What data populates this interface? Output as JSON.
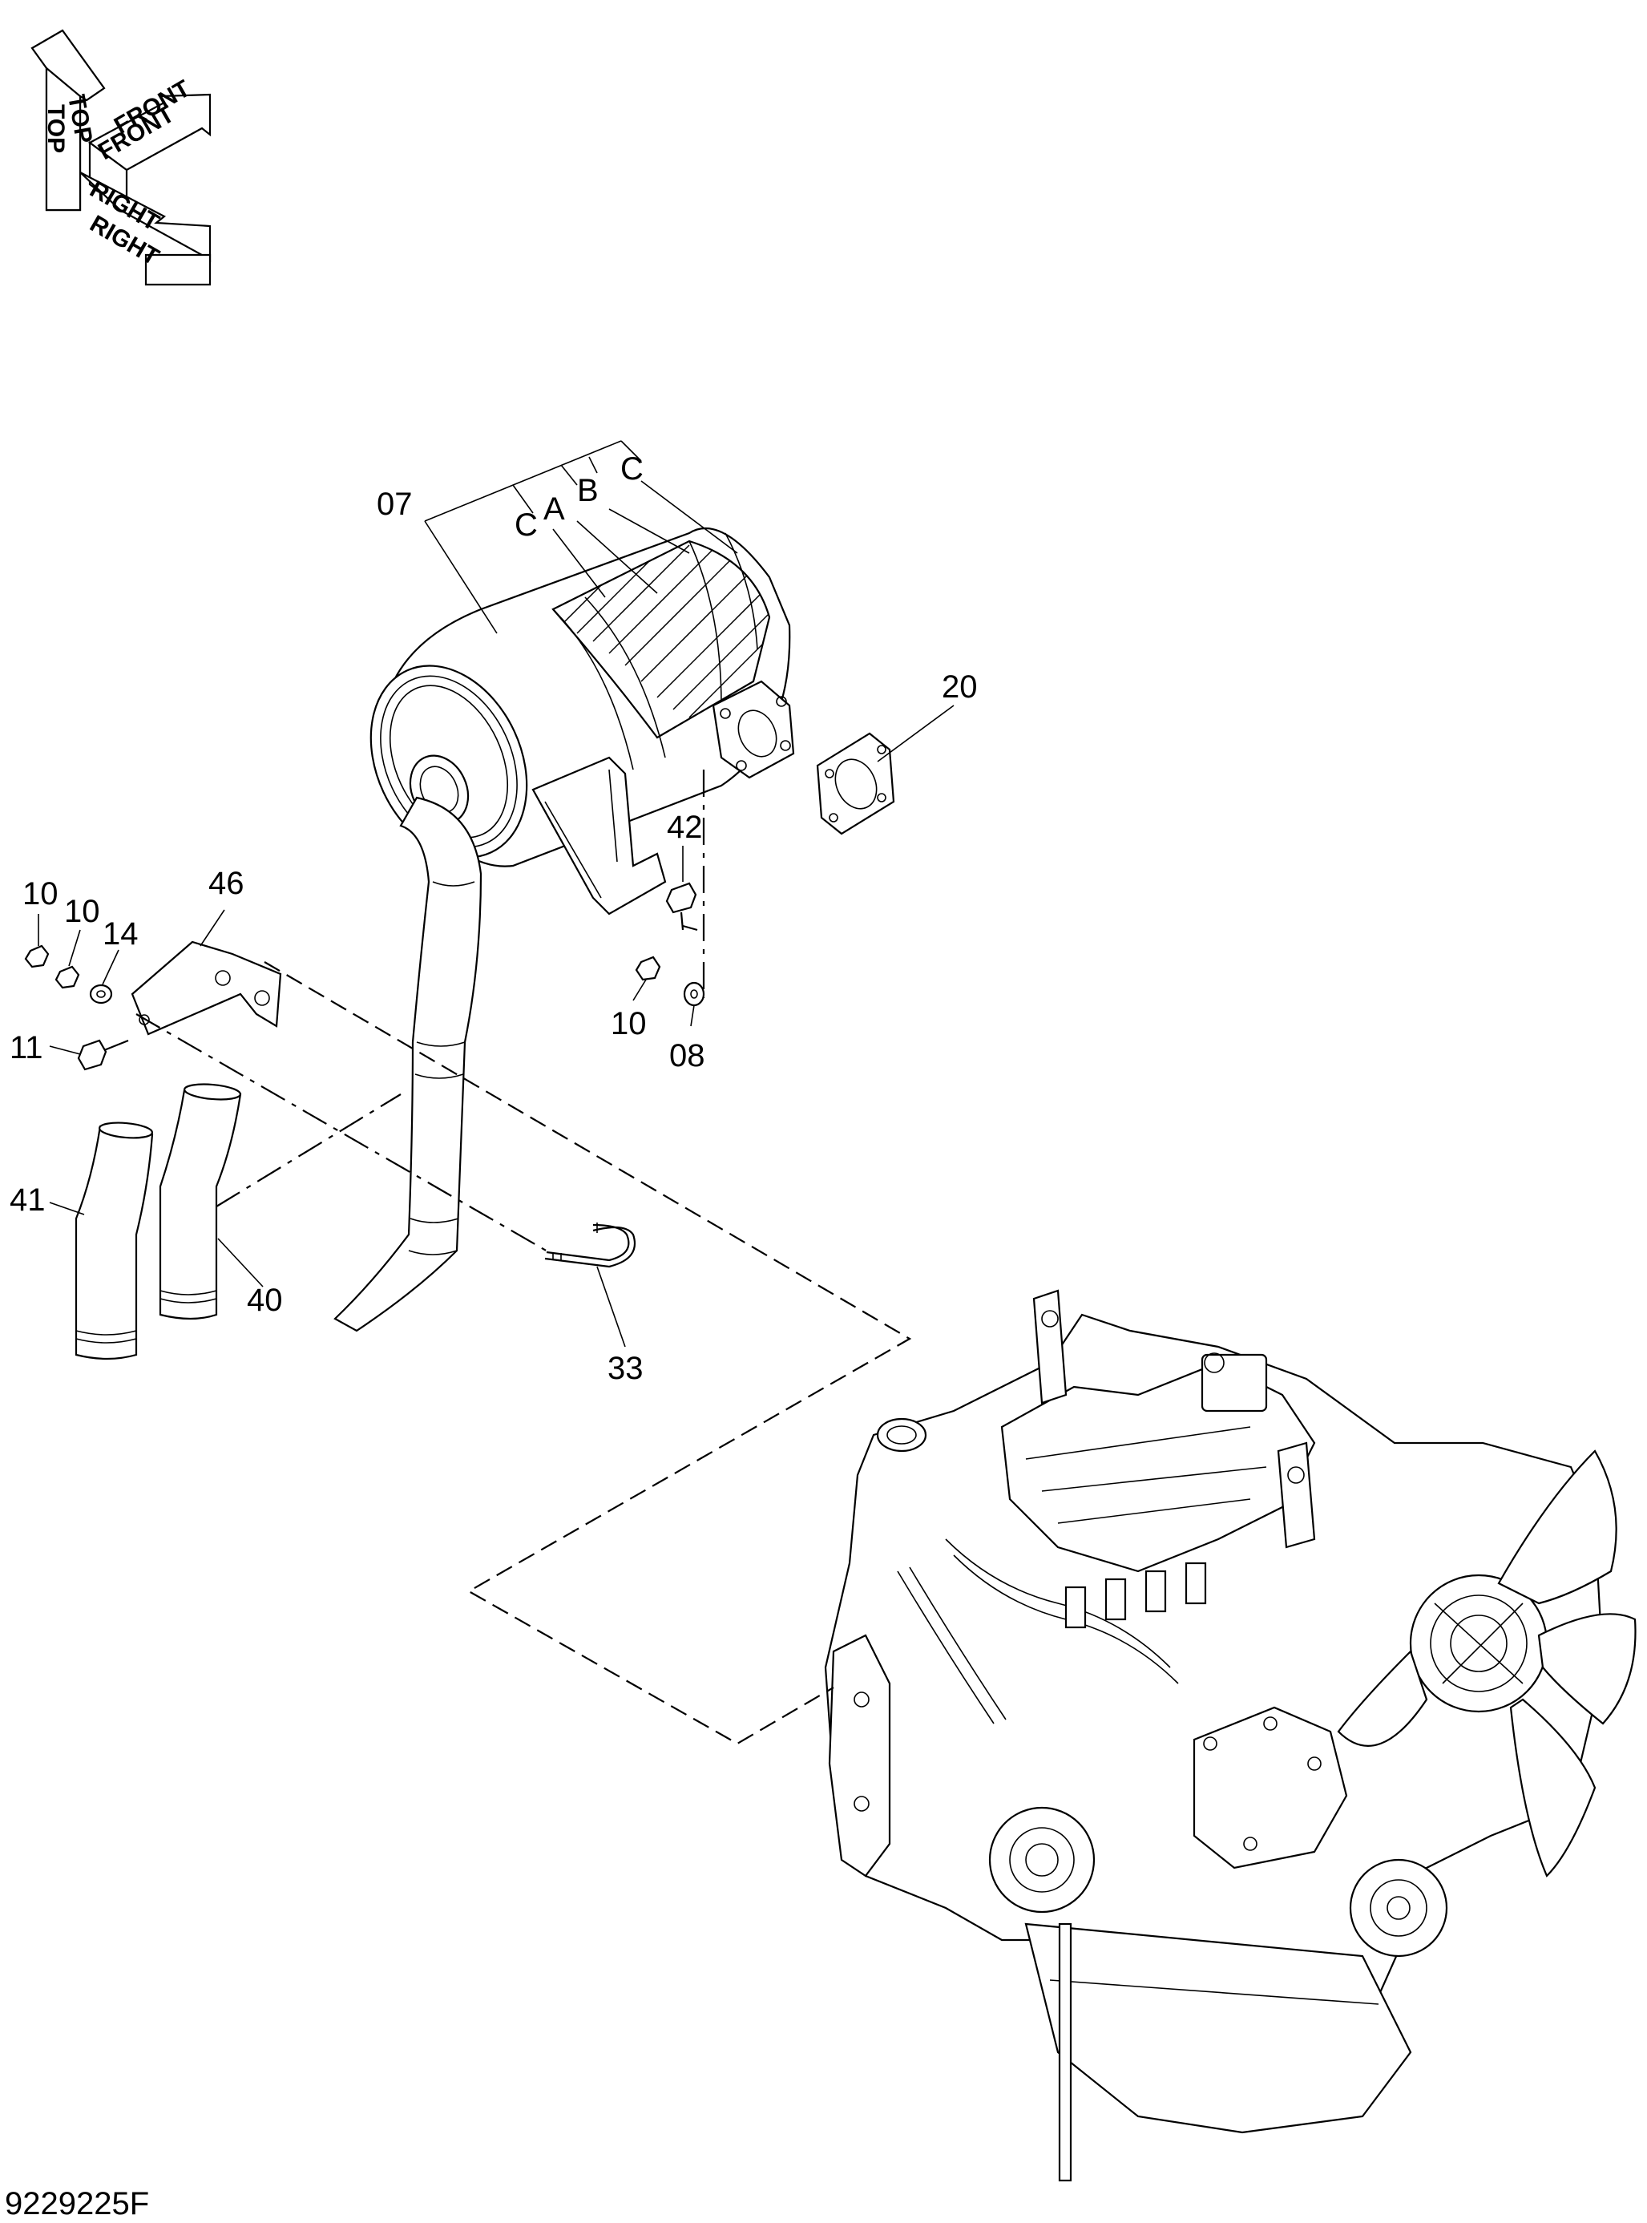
{
  "orientation": {
    "top": "TOP",
    "front": "FRONT",
    "right": "RIGHT"
  },
  "callouts": {
    "c07": "07",
    "c20": "20",
    "c42": "42",
    "c46": "46",
    "c10a": "10",
    "c10b": "10",
    "c10c": "10",
    "c14": "14",
    "c11": "11",
    "c08": "08",
    "c41": "41",
    "c40": "40",
    "c33": "33",
    "cA": "A",
    "cB": "B",
    "cC1": "C",
    "cC2": "C"
  },
  "drawing_number": "9229225F"
}
